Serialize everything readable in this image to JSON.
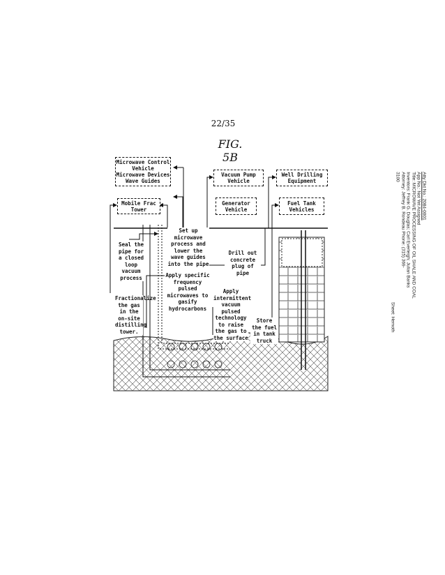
{
  "header": {
    "sheet_number": "22/35",
    "figure_label": "FIG. 5B"
  },
  "boxes": {
    "microwave_control": [
      "Microwave Control Vehicle",
      "Microwave Devices",
      "Wave Guides"
    ],
    "vacuum_pump": "Vacuum Pump Vehicle",
    "well_drilling": "Well Drilling Equipment",
    "mobile_frac": "Mobile Frac Tower",
    "generator": "Generator Vehicle",
    "fuel_tank": "Fuel Tank Vehicles"
  },
  "labels": {
    "setup": "Set up microwave process and lower the wave guides into the pipe",
    "seal": "Seal the pipe for a closed loop vacuum process",
    "drill": "Drill out concrete plug of pipe",
    "apply_freq": "Apply specific frequency pulsed microwaves to gasify hydrocarbons",
    "apply_vacuum": "Apply intermittent vacuum pulsed technology to raise the gas to the surface",
    "fractionalize": "Fractionalize the gas in the on-site distilling tower.",
    "store": "Store the fuel in tank truck"
  },
  "side_text": [
    "Atty Dkt No.: 2084-0001",
    "App No.: Not Yet Assigned",
    "Title: MICROWAVE PROCESSING OF OIL SHALE AND COAL",
    "Inventors: Frank G. Douglas; Carl Everleigh; Julian Banks",
    "Attorney: Jeffrey B. Rondeau                Phone: (315) 369-",
    "3100"
  ],
  "side_text_right": "Sheet: Hemoth"
}
